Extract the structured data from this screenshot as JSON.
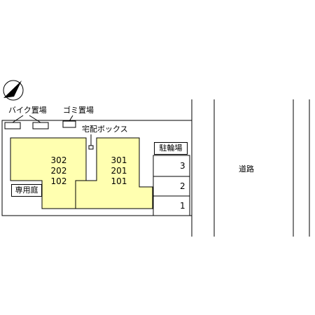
{
  "compass": {
    "icon": "north-arrow-icon"
  },
  "labels": {
    "bike_parking": "バイク置場",
    "garbage": "ゴミ置場",
    "delivery_box": "宅配ボックス",
    "private_garden": "専用庭",
    "bicycle_parking": "駐輪場",
    "road": "道路"
  },
  "buildings": {
    "left_units": [
      "302",
      "202",
      "102"
    ],
    "right_units": [
      "301",
      "201",
      "101"
    ]
  },
  "bicycle_slots": [
    "3",
    "2",
    "1"
  ],
  "colors": {
    "building_fill": "#ffffb0",
    "line": "#000000"
  }
}
